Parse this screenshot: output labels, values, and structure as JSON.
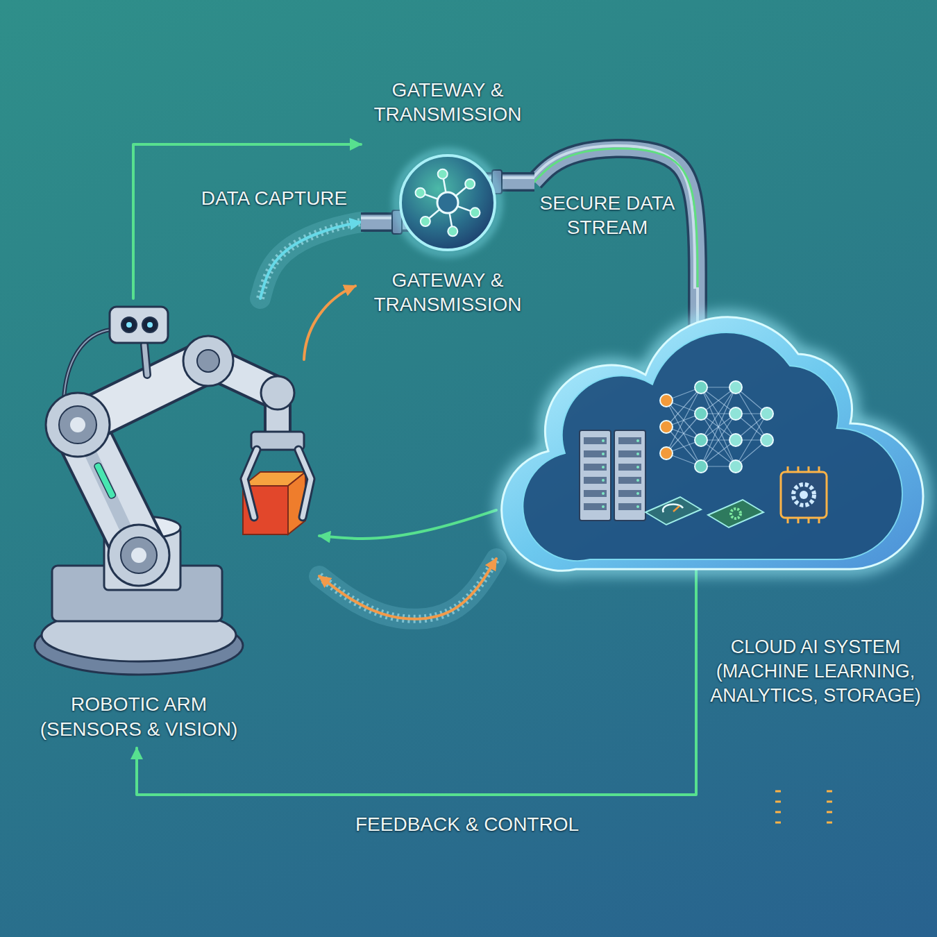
{
  "diagram": {
    "nodes": [
      {
        "text": [
          "ROBOTIC ARM",
          "(SENSORS & VISION)"
        ]
      },
      {
        "text": [
          "GATEWAY & TRANSMISSION",
          "GATEWAY & TRANSMISSION"
        ]
      },
      {
        "text": [
          "CLOUD AI SYSTEM",
          "(MACHINE LEARNING, ANALYTICS, STORAGE)"
        ]
      }
    ],
    "edges": [
      {
        "from": 0,
        "to": 1,
        "arrow": "to",
        "label": "DATA CAPTURE"
      },
      {
        "from": 0,
        "to": 1,
        "arrow": "to"
      },
      {
        "from": 1,
        "to": 2,
        "arrow": "none",
        "label": "SECURE DATA STREAM"
      },
      {
        "from": 2,
        "to": 0,
        "arrow": "to",
        "label": "FEEDBACK & CONTROL"
      },
      {
        "from": 0,
        "to": 2,
        "arrow": "both"
      },
      {
        "from": 2,
        "to": 0,
        "arrow": "to"
      }
    ]
  }
}
